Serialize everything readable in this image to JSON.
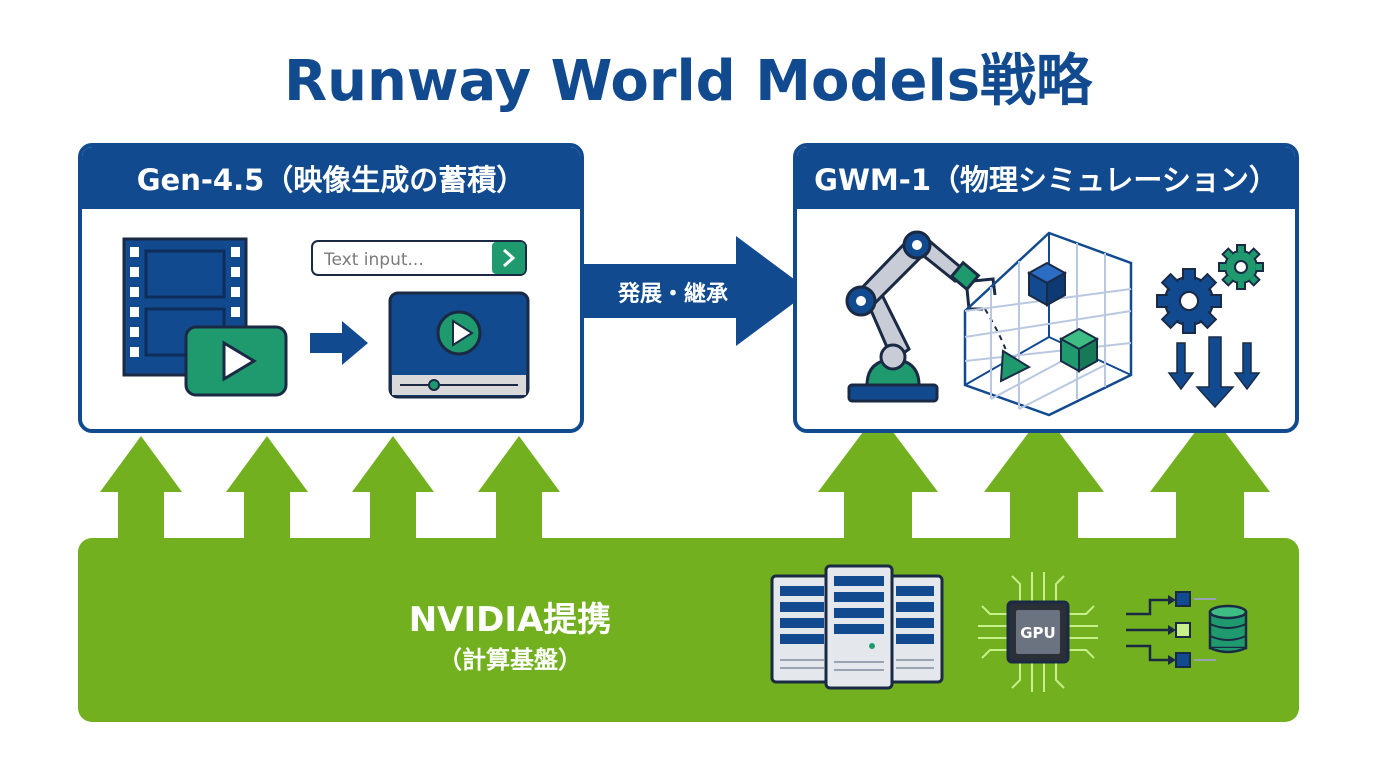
{
  "title": "Runway World Models戦略",
  "gen": {
    "header": "Gen-4.5（映像生成の蓄積）",
    "input_placeholder": "Text input...",
    "icons": [
      "film-strip-icon",
      "play-button-icon",
      "arrow-right-icon",
      "video-player-icon"
    ]
  },
  "gwm": {
    "header": "GWM-1（物理シミュレーション）",
    "icons": [
      "robot-arm-icon",
      "3d-grid-icon",
      "gears-icon",
      "down-arrows-icon"
    ]
  },
  "transfer_label": "発展・継承",
  "nvidia": {
    "title": "NVIDIA提携",
    "subtitle": "（計算基盤）",
    "chip_label": "GPU",
    "icons": [
      "server-rack-icon",
      "gpu-chip-icon",
      "data-pipeline-icon"
    ]
  },
  "colors": {
    "blue": "#124a8f",
    "green": "#72b01f",
    "teal": "#1f9a6e"
  }
}
